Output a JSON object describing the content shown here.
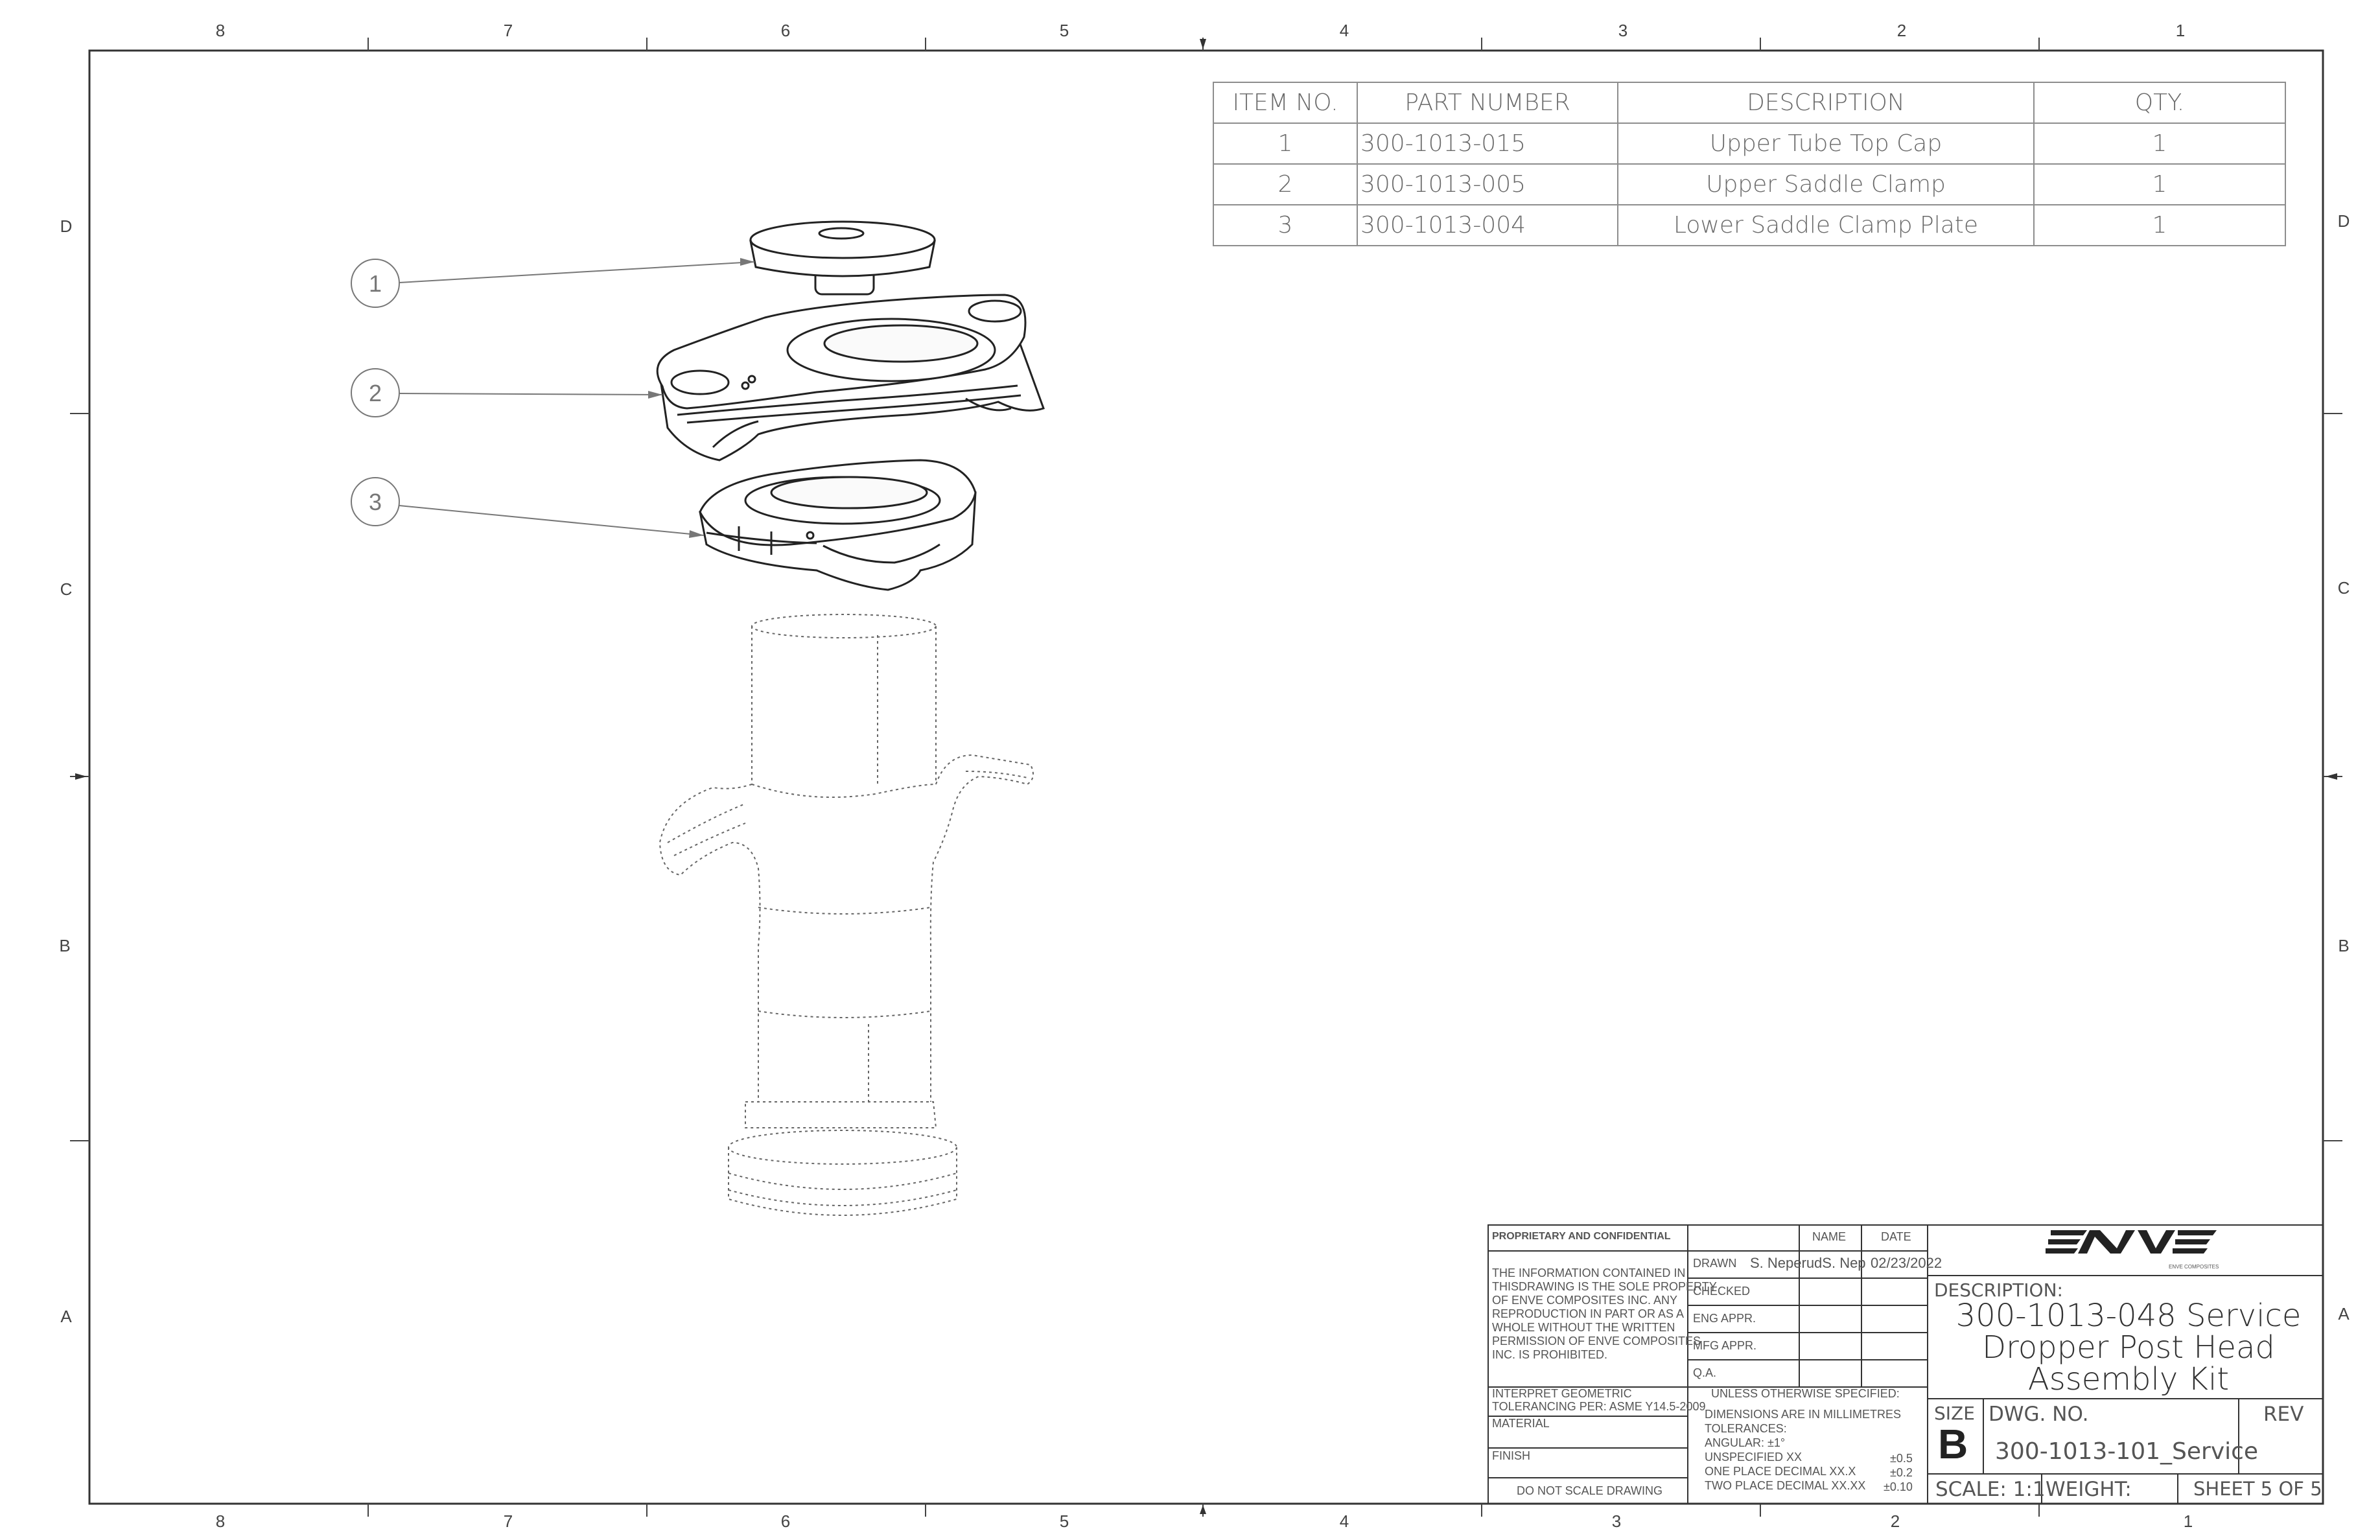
{
  "zones": {
    "columns": [
      "8",
      "7",
      "6",
      "5",
      "4",
      "3",
      "2",
      "1"
    ],
    "rows": [
      "D",
      "C",
      "B",
      "A"
    ]
  },
  "bom": {
    "headers": [
      "ITEM NO.",
      "PART NUMBER",
      "DESCRIPTION",
      "QTY."
    ],
    "rows": [
      [
        "1",
        "300-1013-015",
        "Upper Tube Top Cap",
        "1"
      ],
      [
        "2",
        "300-1013-005",
        "Upper Saddle Clamp",
        "1"
      ],
      [
        "3",
        "300-1013-004",
        "Lower Saddle Clamp Plate",
        "1"
      ]
    ]
  },
  "balloons": [
    "1",
    "2",
    "3"
  ],
  "title_block": {
    "proprietary_heading": "PROPRIETARY AND CONFIDENTIAL",
    "proprietary_text": [
      "THE INFORMATION CONTAINED IN",
      "THISDRAWING IS THE SOLE PROPERTY",
      "OF ENVE COMPOSITES INC. ANY",
      "REPRODUCTION IN PART OR AS A",
      "WHOLE WITHOUT THE WRITTEN",
      "PERMISSION OF ENVE COMPOSITES",
      "INC. IS PROHIBITED."
    ],
    "interpret": [
      "INTERPRET GEOMETRIC",
      "TOLERANCING PER: ASME Y14.5-2009"
    ],
    "material_label": "MATERIAL",
    "finish_label": "FINISH",
    "no_scale": "DO NOT SCALE DRAWING",
    "name_header": "NAME",
    "date_header": "DATE",
    "drawn_label": "DRAWN",
    "drawn_name": "S. NeperudS. Nep",
    "drawn_date": "02/23/2022",
    "checked_label": "CHECKED",
    "eng_label": "ENG APPR.",
    "mfg_label": "MFG APPR.",
    "qa_label": "Q.A.",
    "unless": "UNLESS OTHERWISE SPECIFIED:",
    "tolerance_lines": [
      "DIMENSIONS ARE IN MILLIMETRES",
      "TOLERANCES:",
      "ANGULAR: ±1°",
      "UNSPECIFIED XX",
      "ONE PLACE DECIMAL XX.X",
      "TWO PLACE DECIMAL XX.XX"
    ],
    "tolerance_values": [
      "±0.5",
      "±0.2",
      "±0.10"
    ],
    "logo_subtext": "ENVE COMPOSITES",
    "description_label": "DESCRIPTION:",
    "description_lines": [
      "300-1013-048 Service",
      "Dropper Post Head",
      "Assembly Kit"
    ],
    "size_label": "SIZE",
    "size_value": "B",
    "dwg_label": "DWG.  NO.",
    "dwg_value": "300-1013-101_Service",
    "rev_label": "REV",
    "scale": "SCALE: 1:1",
    "weight": "WEIGHT:",
    "sheet": "SHEET 5 OF 5"
  }
}
